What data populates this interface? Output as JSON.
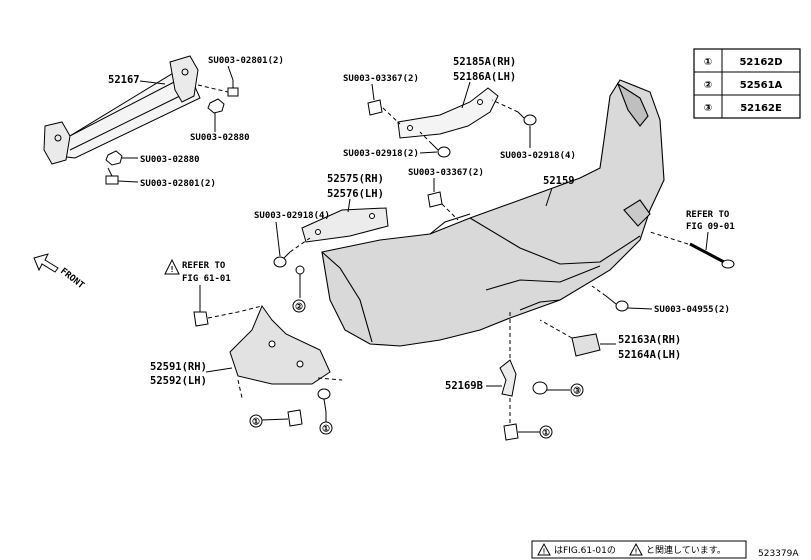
{
  "legend": [
    {
      "key": "①",
      "part": "52162D"
    },
    {
      "key": "②",
      "part": "52561A"
    },
    {
      "key": "③",
      "part": "52162E"
    }
  ],
  "labels": {
    "p52167": "52167",
    "s_02801_top": "SU003-02801(2)",
    "s_02880_top": "SU003-02880",
    "s_02880_left": "SU003-02880",
    "s_02801_left": "SU003-02801(2)",
    "s_03367_a": "SU003-03367(2)",
    "p52185": "52185A(RH)",
    "p52186": "52186A(LH)",
    "s_02918_mid": "SU003-02918(2)",
    "s_02918_right": "SU003-02918(4)",
    "s_03367_b": "SU003-03367(2)",
    "p52159": "52159",
    "p52575": "52575(RH)",
    "p52576": "52576(LH)",
    "s_02918_left": "SU003-02918(4)",
    "refer_top": "REFER TO",
    "fig0901": "FIG 09-01",
    "front": "FRONT",
    "refer_left": "REFER TO",
    "fig6101": "FIG 61-01",
    "s_04955": "SU003-04955(2)",
    "p52163": "52163A(RH)",
    "p52164": "52164A(LH)",
    "p52591": "52591(RH)",
    "p52592": "52592(LH)",
    "p52169": "52169B"
  },
  "markers": {
    "one": "①",
    "two": "②",
    "three": "③"
  },
  "footer": {
    "note_a": "はFIG.61-01の",
    "note_b": "と関連しています。",
    "diagram_id": "523379A"
  }
}
